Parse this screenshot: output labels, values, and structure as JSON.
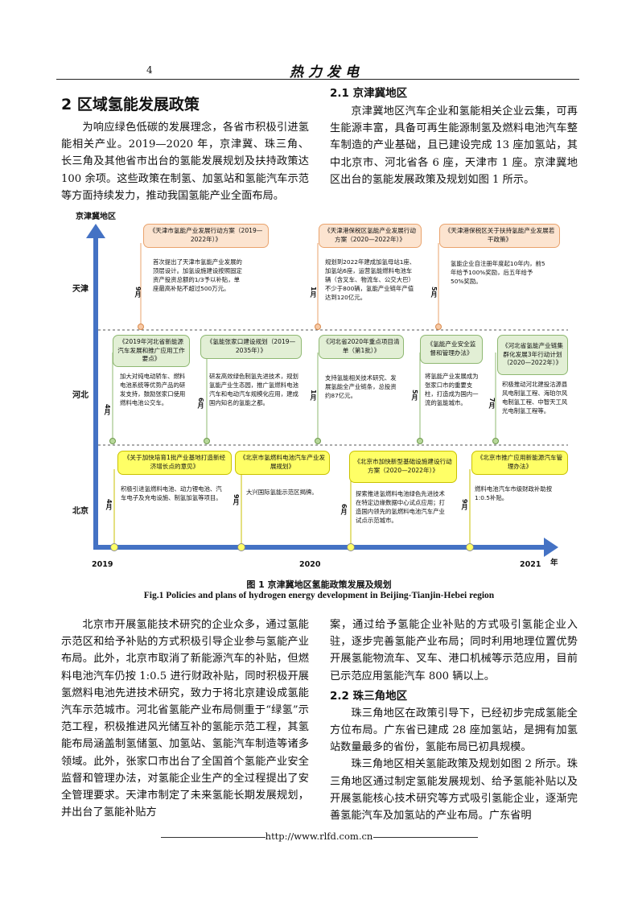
{
  "header": {
    "page_number": "4",
    "journal": "热力发电"
  },
  "section": {
    "title": "2 区域氢能发展政策"
  },
  "left_top_paragraph": "为响应绿色低碳的发展理念，各省市积极引进氢能相关产业。2019—2020 年，京津冀、珠三角、长三角及其他省市出台的氢能发展规划及扶持政策达 100 余项。这些政策在制氢、加氢站和氢能汽车示范等方面持续发力，推动我国氢能产业全面布局。",
  "subsection_1": {
    "title": "2.1 京津冀地区"
  },
  "right_top_paragraph": "京津冀地区汽车企业和氢能相关企业云集，可再生能源丰富，具备可再生能源制氢及燃料电池汽车整车制造的产业基础，且已建设完成 13 座加氢站，其中北京市、河北省各 6 座，天津市 1 座。京津冀地区出台的氢能发展政策及规划如图 1 所示。",
  "figure": {
    "caption_cn": "图 1  京津冀地区氢能政策发展及规划",
    "caption_en": "Fig.1  Policies and plans of hydrogen energy development in Beijing-Tianjin-Hebei region",
    "axis_title": "京津冀地区",
    "regions": [
      "天津",
      "河北",
      "北京"
    ],
    "years": [
      "2019",
      "2020",
      "2021"
    ],
    "x_axis_label": "年",
    "tianjin": [
      {
        "title": "《天津市氢能产业发展行动方案（2019—2022年）》",
        "month": "9月",
        "desc": "首次提出了天津市氢能产业发展的顶层设计。加氢设施建设按照固定资产投资总额的1/3予以补贴，单座最高补贴不超过500万元。"
      },
      {
        "title": "《天津港保税区氢能产业发展行动方案（2020—2022年）》",
        "month": "1月",
        "desc": "规划到2022年建成加氢母站1座、加氢站6座，运营氢能燃料电池车辆（含叉车、物流车、公交大巴）不少于800辆，氢能产业链年产值达到120亿元。"
      },
      {
        "title": "《天津港保税区关于扶持氢能产业发展若干政策》",
        "month": "5月",
        "desc": "氢能企业自注册年度起10年内，前5年给予100%奖励，后五年给予50%奖励。"
      }
    ],
    "hebei": [
      {
        "title": "《2019年河北省新能源汽车发展和推广应用工作要点》",
        "month": "4月",
        "desc": "加大对纯电动轿车、燃料电池系统等优势产品的研发支持，鼓励张家口使用燃料电池公交车。"
      },
      {
        "title": "《氢能张家口建设规划（2019—2035年）》",
        "month": "6月",
        "desc": "研发高效绿色制氢先进技术，规划氢能产业生态园，推广氢燃料电池汽车和电动汽车规模化应用，建成国内知名的氢能之都。"
      },
      {
        "title": "《河北省2020年重点项目清单（第1批）》",
        "month": "1月",
        "desc": "支持氢能相关技术研究、发展氢能全产业链条，总投资约87亿元。"
      },
      {
        "title": "《氢能产业安全监督和管理办法》",
        "month": "5月",
        "desc": "将氢能产业发展成为张家口市的重要支柱，打造成为国内一流的氢能城市。"
      },
      {
        "title": "《河北省氢能产业链集群化发展3年行动计划（2020—2022年）》",
        "month": "7月",
        "desc": "积极推动河北建投沽源县风电制氢工程、海珀尔风电制氢工程、中智天工风光电制氢工程等。"
      }
    ],
    "beijing": [
      {
        "title": "《关于加快培育1批产业基地打造新经济增长点的意见》",
        "month": "4月",
        "desc": "积极引进氢燃料电池、动力锂电池、汽车电子及充电设施、制氢加氢等项目。"
      },
      {
        "title": "《北京市氢燃料电池汽车产业发展规划》",
        "month": "9月",
        "desc": "大兴国际氢能示范区揭牌。"
      },
      {
        "title": "《北京市加快新型基础设施建设行动方案（2020—2022年）》",
        "month": "6月",
        "desc": "探索推进氢燃料电池绿色先进技术在特定边缘数据中心试点应用；打造国内领先的氢燃料电池汽车产业试点示范城市。"
      },
      {
        "title": "《北京市推广应用新能源汽车管理办法》",
        "month": "9月",
        "desc": "燃料电池汽车市级财政补助按1:0.5补贴。"
      }
    ]
  },
  "left_bottom_paragraph": "北京市开展氢能技术研究的企业众多，通过氢能示范区和给予补贴的方式积极引导企业参与氢能产业布局。此外，北京市取消了新能源汽车的补贴，但燃料电池汽车仍按 1:0.5 进行财政补贴，同时积极开展氢燃料电池先进技术研究，致力于将北京建设成氢能汽车示范城市。河北省氢能产业布局侧重于“绿氢”示范工程，积极推进风光储互补的氢能示范工程，其氢能布局涵盖制氢储氢、加氢站、氢能汽车制造等诸多领域。此外，张家口市出台了全国首个氢能产业安全监督和管理办法，对氢能企业生产的全过程提出了安全管理要求。天津市制定了未来氢能长期发展规划，并出台了氢能补贴方",
  "right_bottom_paragraph_1": "案，通过给予氢能企业补贴的方式吸引氢能企业入驻，逐步完善氢能产业布局；同时利用地理位置优势开展氢能物流车、叉车、港口机械等示范应用，目前已示范应用氢能汽车 800 辆以上。",
  "subsection_2": {
    "title": "2.2 珠三角地区"
  },
  "right_bottom_paragraph_2": "珠三角地区在政策引导下，已经初步完成氢能全方位布局。广东省已建成 28 座加氢站，是拥有加氢站数量最多的省份，氢能布局已初具规模。",
  "right_bottom_paragraph_3": "珠三角地区相关氢能政策及规划如图 2 所示。珠三角地区通过制定氢能发展规划、给予氢能补贴以及开展氢能核心技术研究等方式吸引氢能企业，逐渐完善氢能汽车及加氢站的产业布局。广东省明",
  "footer": {
    "url": "http://www.rlfd.com.cn"
  }
}
